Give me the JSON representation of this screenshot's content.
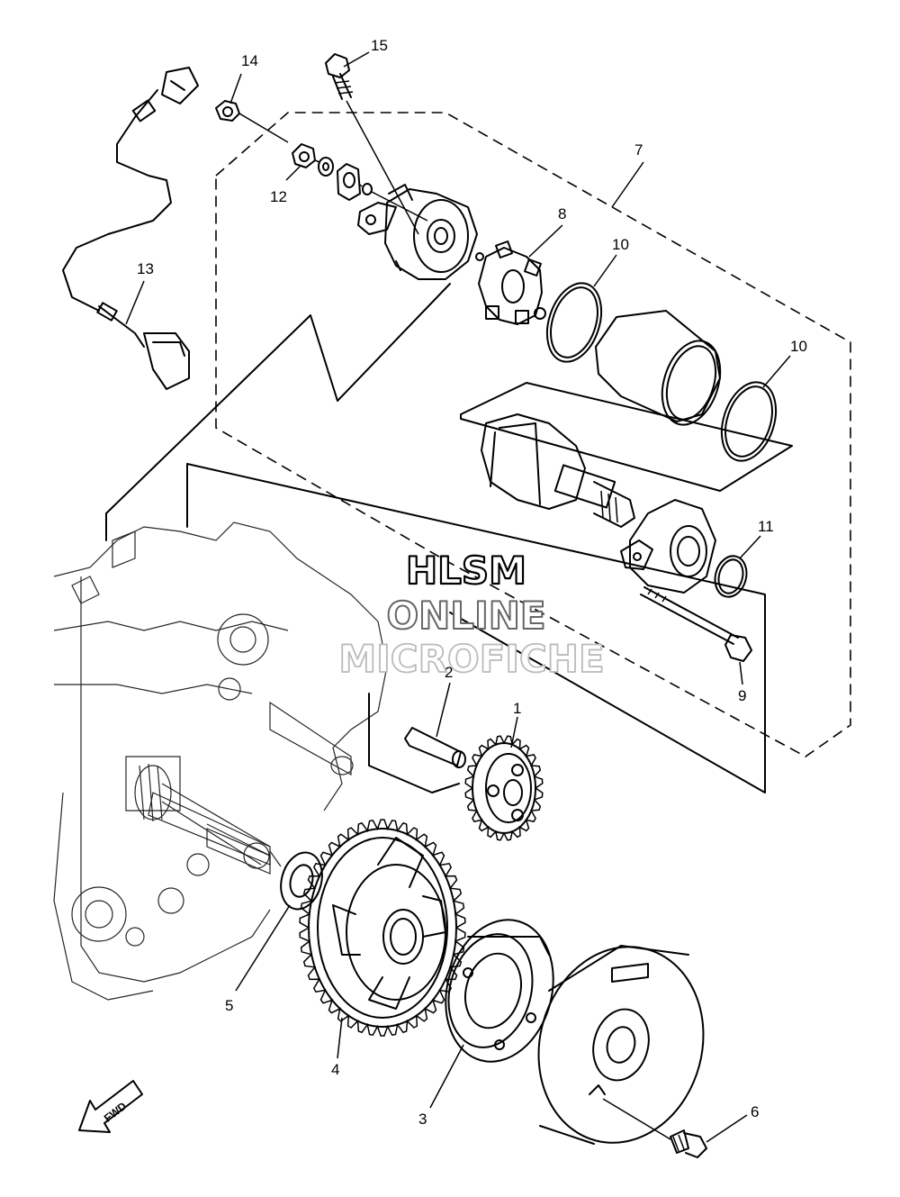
{
  "diagram": {
    "parts": [
      {
        "id": "p1",
        "label": "1"
      },
      {
        "id": "p2",
        "label": "2"
      },
      {
        "id": "p3",
        "label": "3"
      },
      {
        "id": "p4",
        "label": "4"
      },
      {
        "id": "p5",
        "label": "5"
      },
      {
        "id": "p6",
        "label": "6"
      },
      {
        "id": "p7",
        "label": "7"
      },
      {
        "id": "p8",
        "label": "8"
      },
      {
        "id": "p9",
        "label": "9"
      },
      {
        "id": "p10a",
        "label": "10"
      },
      {
        "id": "p10b",
        "label": "10"
      },
      {
        "id": "p11",
        "label": "11"
      },
      {
        "id": "p12",
        "label": "12"
      },
      {
        "id": "p13",
        "label": "13"
      },
      {
        "id": "p14",
        "label": "14"
      },
      {
        "id": "p15",
        "label": "15"
      }
    ],
    "direction_arrow": "FWD"
  },
  "watermark": {
    "line1": "HLSM",
    "line2": "ONLINE",
    "line3": "MICROFICHE"
  }
}
